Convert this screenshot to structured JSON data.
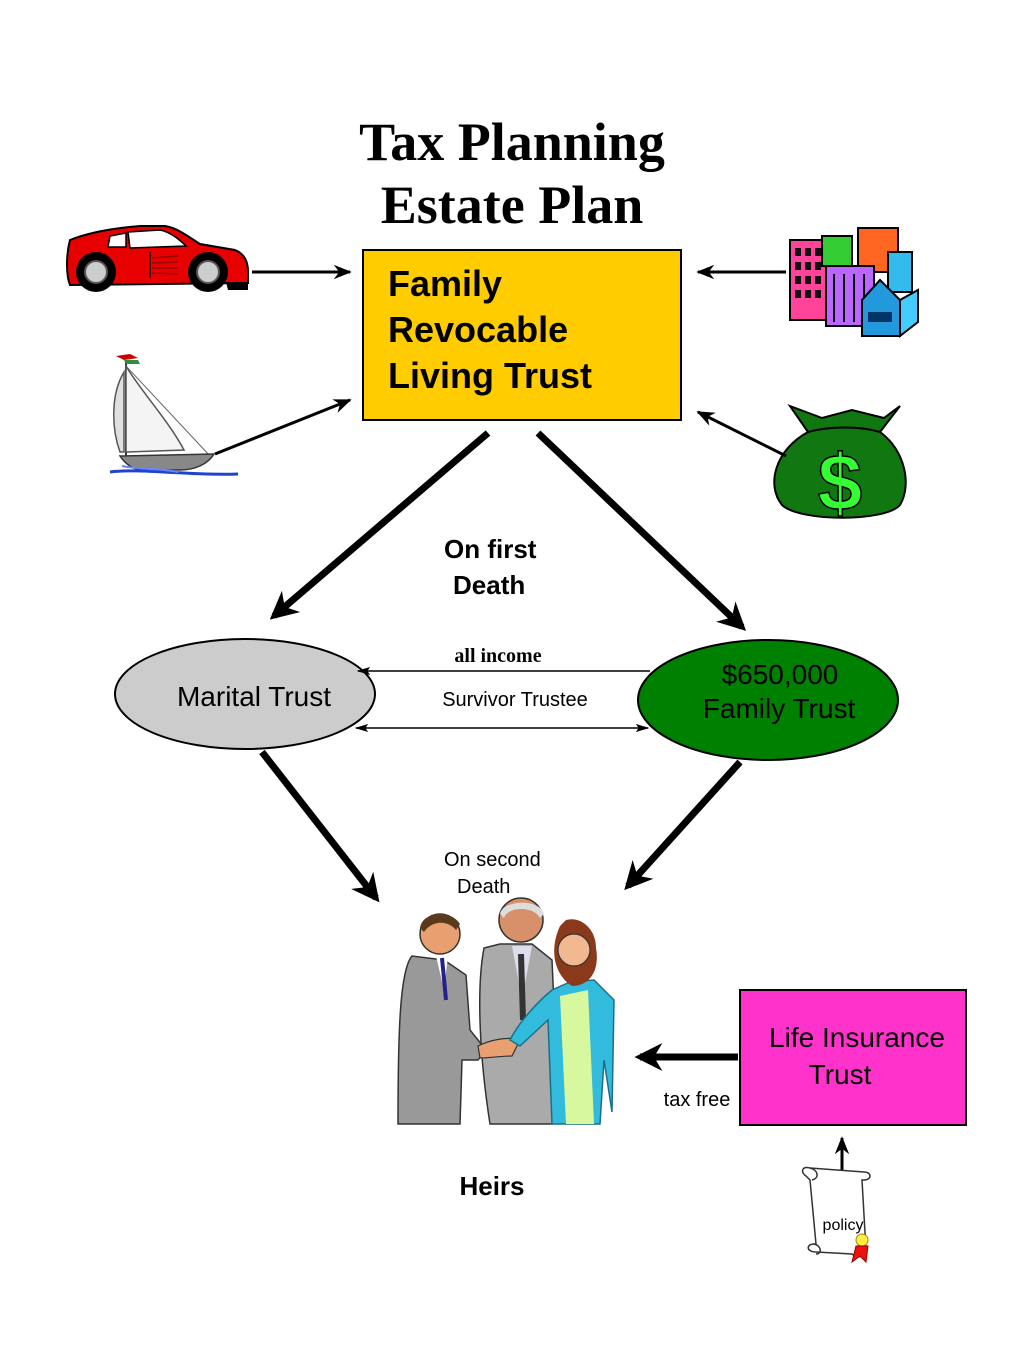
{
  "title": {
    "line1": "Tax Planning",
    "line2": "Estate Plan"
  },
  "trust_box": {
    "line1": "Family",
    "line2": "Revocable",
    "line3": "Living Trust",
    "color": "#FFCC00"
  },
  "first_death": {
    "line1": "On first",
    "line2": "Death"
  },
  "marital_trust": {
    "label": "Marital Trust",
    "color": "#CCCCCC"
  },
  "family_trust": {
    "line1": "$650,000",
    "line2": "Family Trust",
    "color": "#008000"
  },
  "connectors": {
    "all_income": "all income",
    "survivor_trustee": "Survivor Trustee"
  },
  "second_death": {
    "line1": "On second",
    "line2": "Death"
  },
  "heirs": {
    "label": "Heirs"
  },
  "life_insurance": {
    "line1": "Life Insurance",
    "line2": "Trust",
    "color": "#FF33CC"
  },
  "tax_free": "tax free",
  "policy": "policy",
  "assets": {
    "car_icon": "car-icon",
    "sailboat_icon": "sailboat-icon",
    "buildings_icon": "buildings-icon",
    "money_bag_icon": "money-bag-icon",
    "dollar_sign": "$"
  }
}
